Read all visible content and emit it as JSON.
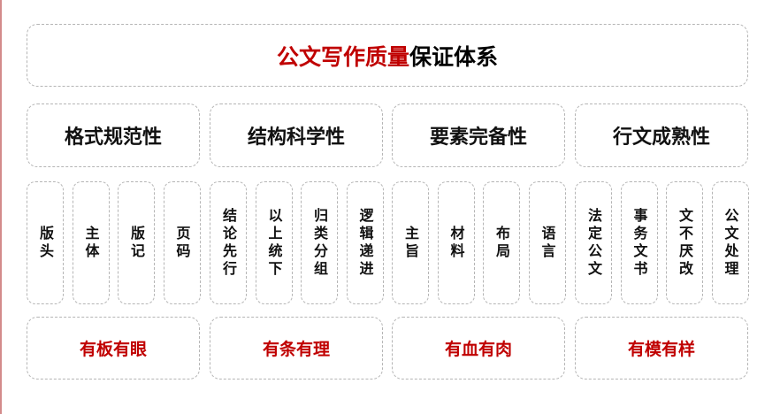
{
  "title": {
    "highlight": "公文写作质量",
    "rest": "保证体系"
  },
  "colors": {
    "accent": "#c00000",
    "border": "#b5b5b5"
  },
  "groups": [
    {
      "category": "格式规范性",
      "items": [
        "版头",
        "主体",
        "版记",
        "页码"
      ],
      "summary": "有板有眼"
    },
    {
      "category": "结构科学性",
      "items": [
        "结论先行",
        "以上统下",
        "归类分组",
        "逻辑递进"
      ],
      "summary": "有条有理"
    },
    {
      "category": "要素完备性",
      "items": [
        "主旨",
        "材料",
        "布局",
        "语言"
      ],
      "summary": "有血有肉"
    },
    {
      "category": "行文成熟性",
      "items": [
        "法定公文",
        "事务文书",
        "文不厌改",
        "公文处理"
      ],
      "summary": "有模有样"
    }
  ]
}
